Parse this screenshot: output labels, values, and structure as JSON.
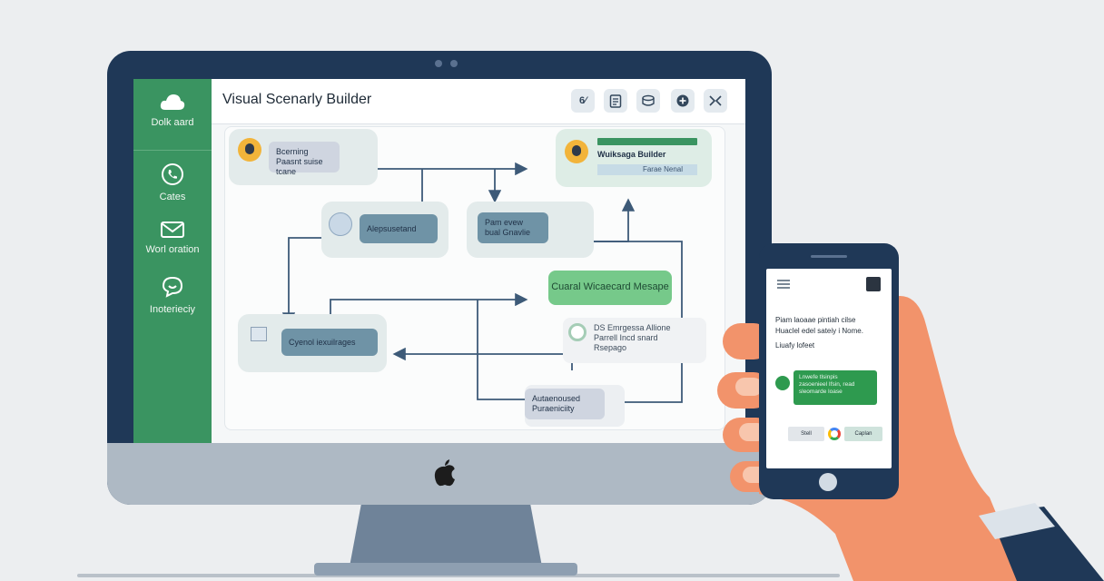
{
  "app": {
    "title": "Visual Scenarly Builder"
  },
  "sidebar": {
    "items": [
      {
        "label": "Dolk aard",
        "icon": "cloud-icon"
      },
      {
        "label": "Cates",
        "icon": "phone-icon"
      },
      {
        "label": "Worl oration",
        "icon": "mail-icon"
      },
      {
        "label": "Inoterieciy",
        "icon": "chat-icon"
      }
    ]
  },
  "toolbar": {
    "icons": [
      "link-icon",
      "clipboard-icon",
      "database-icon",
      "add-icon",
      "collapse-icon"
    ],
    "link_label": "6⁄"
  },
  "flow": {
    "node_start_line1": "Bcerning",
    "node_start_line2": "Paasnt suise tcane",
    "node_builder_line1": "Wuiksaga Builder",
    "node_builder_line2": "Farae Nenal",
    "node_approved": "Alepsusetand",
    "node_process_line1": "Pam evew",
    "node_process_line2": "bual Gnavlie",
    "node_green": "Cuaral Wicaecard Mesape",
    "node_exit": "Cyenol iexuilrages",
    "node_notice_line1": "DS Emrgessa Allione",
    "node_notice_line2": "Parrell Incd snard",
    "node_notice_line3": "Rsepago",
    "node_bottom_line1": "Autaenoused",
    "node_bottom_line2": "Puraeniciity"
  },
  "phone": {
    "text1": "Piam laoaae pintiah cilse",
    "text2": "Huaclel edel sateiy i Nome.",
    "text3": "Liuafy lofeet",
    "card_line1": "Lnwefe tlsinpis",
    "card_line2": "zasoenieel Ifsin, read",
    "card_line3": "sleomarde loase",
    "btn_left": "Stell",
    "btn_right": "Caplan",
    "google_icon": "google-icon"
  },
  "colors": {
    "sidebar": "#3a9461",
    "monitor_frame": "#1f3857",
    "node_green": "#76c98a",
    "connector": "#3d5a78"
  }
}
